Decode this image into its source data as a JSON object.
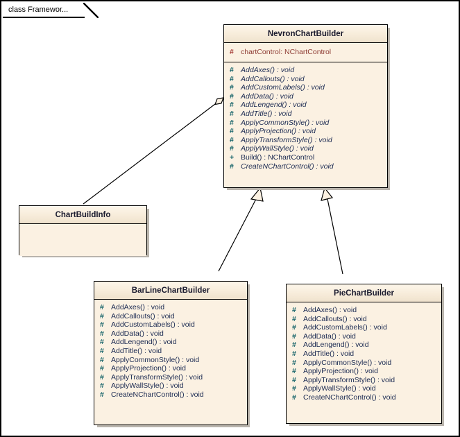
{
  "diagram": {
    "tab_label": "class Framewor...",
    "colors": {
      "box_fill": "#fbf1e2",
      "box_border": "#000000",
      "title_fill": "#f7ecda",
      "shadow": "#b9b4ac",
      "attribute_text": "#8d3b33",
      "operation_text": "#1b2a52",
      "visibility_protected": "#0f5f66",
      "canvas": "#ffffff"
    }
  },
  "classes": [
    {
      "id": "nevronchartbuilder",
      "name": "NevronChartBuilder",
      "attributes": [
        {
          "visibility": "#",
          "signature": "chartControl:  NChartControl",
          "abstract": false
        }
      ],
      "operations": [
        {
          "visibility": "#",
          "signature": "AddAxes() : void",
          "abstract": true
        },
        {
          "visibility": "#",
          "signature": "AddCallouts() : void",
          "abstract": true
        },
        {
          "visibility": "#",
          "signature": "AddCustomLabels() : void",
          "abstract": true
        },
        {
          "visibility": "#",
          "signature": "AddData() : void",
          "abstract": true
        },
        {
          "visibility": "#",
          "signature": "AddLengend() : void",
          "abstract": true
        },
        {
          "visibility": "#",
          "signature": "AddTitle() : void",
          "abstract": true
        },
        {
          "visibility": "#",
          "signature": "ApplyCommonStyle() : void",
          "abstract": true
        },
        {
          "visibility": "#",
          "signature": "ApplyProjection() : void",
          "abstract": true
        },
        {
          "visibility": "#",
          "signature": "ApplyTransformStyle() : void",
          "abstract": true
        },
        {
          "visibility": "#",
          "signature": "ApplyWallStyle() : void",
          "abstract": true
        },
        {
          "visibility": "+",
          "signature": "Build() : NChartControl",
          "abstract": false
        },
        {
          "visibility": "#",
          "signature": "CreateNChartControl() : void",
          "abstract": true
        }
      ]
    },
    {
      "id": "chartbuildinfo",
      "name": "ChartBuildInfo",
      "attributes": [],
      "operations": []
    },
    {
      "id": "barlinechartbuilder",
      "name": "BarLineChartBuilder",
      "attributes": [],
      "operations": [
        {
          "visibility": "#",
          "signature": "AddAxes() : void",
          "abstract": false
        },
        {
          "visibility": "#",
          "signature": "AddCallouts() : void",
          "abstract": false
        },
        {
          "visibility": "#",
          "signature": "AddCustomLabels() : void",
          "abstract": false
        },
        {
          "visibility": "#",
          "signature": "AddData() : void",
          "abstract": false
        },
        {
          "visibility": "#",
          "signature": "AddLengend() : void",
          "abstract": false
        },
        {
          "visibility": "#",
          "signature": "AddTitle() : void",
          "abstract": false
        },
        {
          "visibility": "#",
          "signature": "ApplyCommonStyle() : void",
          "abstract": false
        },
        {
          "visibility": "#",
          "signature": "ApplyProjection() : void",
          "abstract": false
        },
        {
          "visibility": "#",
          "signature": "ApplyTransformStyle() : void",
          "abstract": false
        },
        {
          "visibility": "#",
          "signature": "ApplyWallStyle() : void",
          "abstract": false
        },
        {
          "visibility": "#",
          "signature": "CreateNChartControl() : void",
          "abstract": false
        }
      ]
    },
    {
      "id": "piechartbuilder",
      "name": "PieChartBuilder",
      "attributes": [],
      "operations": [
        {
          "visibility": "#",
          "signature": "AddAxes() : void",
          "abstract": false
        },
        {
          "visibility": "#",
          "signature": "AddCallouts() : void",
          "abstract": false
        },
        {
          "visibility": "#",
          "signature": "AddCustomLabels() : void",
          "abstract": false
        },
        {
          "visibility": "#",
          "signature": "AddData() : void",
          "abstract": false
        },
        {
          "visibility": "#",
          "signature": "AddLengend() : void",
          "abstract": false
        },
        {
          "visibility": "#",
          "signature": "AddTitle() : void",
          "abstract": false
        },
        {
          "visibility": "#",
          "signature": "ApplyCommonStyle() : void",
          "abstract": false
        },
        {
          "visibility": "#",
          "signature": "ApplyProjection() : void",
          "abstract": false
        },
        {
          "visibility": "#",
          "signature": "ApplyTransformStyle() : void",
          "abstract": false
        },
        {
          "visibility": "#",
          "signature": "ApplyWallStyle() : void",
          "abstract": false
        },
        {
          "visibility": "#",
          "signature": "CreateNChartControl() : void",
          "abstract": false
        }
      ]
    }
  ],
  "relationships": [
    {
      "id": "aggregation-nevron-chartbuildinfo",
      "type": "aggregation",
      "from": "ChartBuildInfo",
      "to": "NevronChartBuilder"
    },
    {
      "id": "generalization-barline-nevron",
      "type": "generalization",
      "from": "BarLineChartBuilder",
      "to": "NevronChartBuilder"
    },
    {
      "id": "generalization-pie-nevron",
      "type": "generalization",
      "from": "PieChartBuilder",
      "to": "NevronChartBuilder"
    }
  ]
}
